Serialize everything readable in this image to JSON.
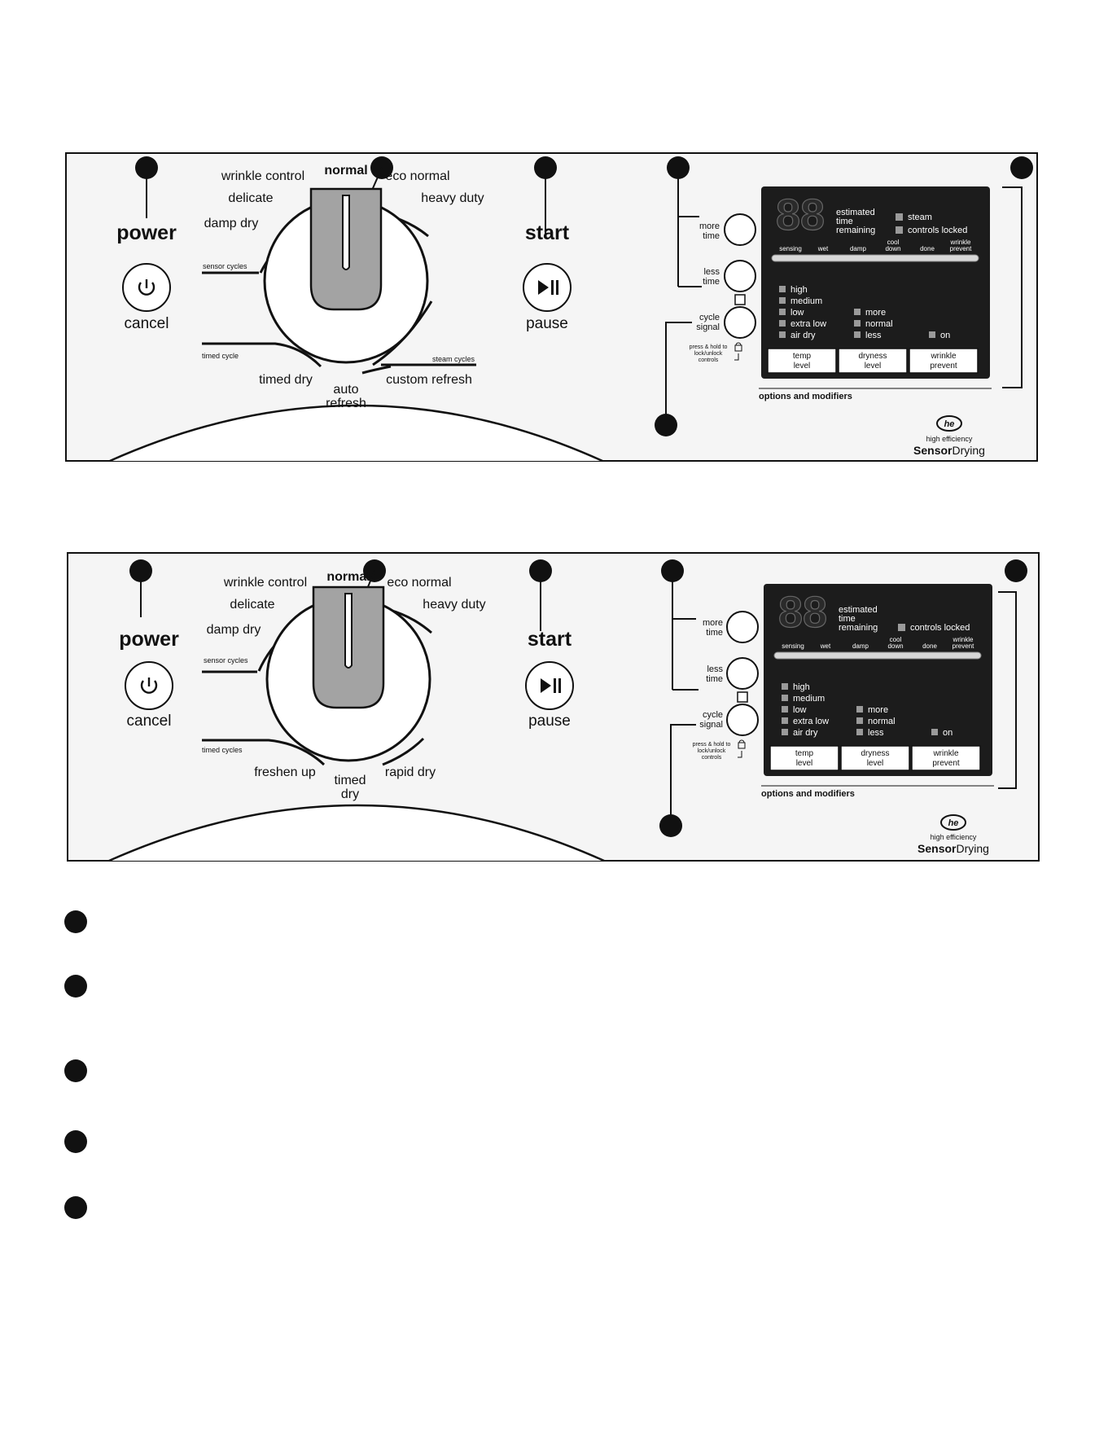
{
  "panel1": {
    "power": {
      "title": "power",
      "sub": "cancel"
    },
    "start": {
      "title": "start",
      "sub": "pause"
    },
    "dial_top_labels": {
      "wrinkle_control": "wrinkle control",
      "normal": "normal",
      "eco_normal": "eco normal",
      "delicate": "delicate",
      "heavy_duty": "heavy duty",
      "damp_dry": "damp dry",
      "sensor_cycles": "sensor cycles"
    },
    "dial_bottom_labels": {
      "timed_cycle": "timed cycle",
      "timed_dry": "timed dry",
      "auto": "auto",
      "refresh": "refresh",
      "steam_cycles": "steam cycles",
      "custom_refresh": "custom refresh"
    },
    "buttons": {
      "more_1": "more",
      "more_2": "time",
      "less_1": "less",
      "less_2": "time",
      "cycle_1": "cycle",
      "cycle_2": "signal",
      "lock_1": "press & hold to",
      "lock_2": "lock/unlock",
      "lock_3": "controls"
    },
    "display": {
      "digits": "88",
      "est_1": "estimated",
      "est_2": "time",
      "est_3": "remaining",
      "indicators": [
        "steam",
        "controls locked"
      ],
      "status": [
        "sensing",
        "wet",
        "damp",
        "cool",
        "down",
        "done",
        "wrinkle",
        "prevent"
      ],
      "temp_options": [
        "high",
        "medium",
        "low",
        "extra low",
        "air dry"
      ],
      "dryness_options": [
        "more",
        "normal",
        "less"
      ],
      "wrinkle_option": "on",
      "keys": [
        [
          "temp",
          "level"
        ],
        [
          "dryness",
          "level"
        ],
        [
          "wrinkle",
          "prevent"
        ]
      ]
    },
    "options_label": "options and modifiers",
    "logo": {
      "mark": "he",
      "line1": "high efficiency",
      "brand_a": "Sensor",
      "brand_b": "Drying"
    }
  },
  "panel2": {
    "power": {
      "title": "power",
      "sub": "cancel"
    },
    "start": {
      "title": "start",
      "sub": "pause"
    },
    "dial_top_labels": {
      "wrinkle_control": "wrinkle control",
      "normal": "normal",
      "eco_normal": "eco normal",
      "delicate": "delicate",
      "heavy_duty": "heavy duty",
      "damp_dry": "damp dry",
      "sensor_cycles": "sensor cycles"
    },
    "dial_bottom_labels": {
      "timed_cycles": "timed cycles",
      "freshen_up": "freshen up",
      "timed": "timed",
      "dry": "dry",
      "rapid_dry": "rapid dry"
    },
    "buttons": {
      "more_1": "more",
      "more_2": "time",
      "less_1": "less",
      "less_2": "time",
      "cycle_1": "cycle",
      "cycle_2": "signal",
      "lock_1": "press & hold to",
      "lock_2": "lock/unlock",
      "lock_3": "controls"
    },
    "display": {
      "digits": "88",
      "est_1": "estimated",
      "est_2": "time",
      "est_3": "remaining",
      "indicators": [
        "controls locked"
      ],
      "status": [
        "sensing",
        "wet",
        "damp",
        "cool",
        "down",
        "done",
        "wrinkle",
        "prevent"
      ],
      "temp_options": [
        "high",
        "medium",
        "low",
        "extra low",
        "air dry"
      ],
      "dryness_options": [
        "more",
        "normal",
        "less"
      ],
      "wrinkle_option": "on",
      "keys": [
        [
          "temp",
          "level"
        ],
        [
          "dryness",
          "level"
        ],
        [
          "wrinkle",
          "prevent"
        ]
      ]
    },
    "options_label": "options and modifiers",
    "logo": {
      "mark": "he",
      "line1": "high efficiency",
      "brand_a": "Sensor",
      "brand_b": "Drying"
    }
  },
  "colors": {
    "ink": "#111111",
    "panel_bg": "#f5f5f5",
    "display_bg": "#1c1c1c",
    "knob": "#a3a3a3",
    "led": "#9a9a9a"
  }
}
